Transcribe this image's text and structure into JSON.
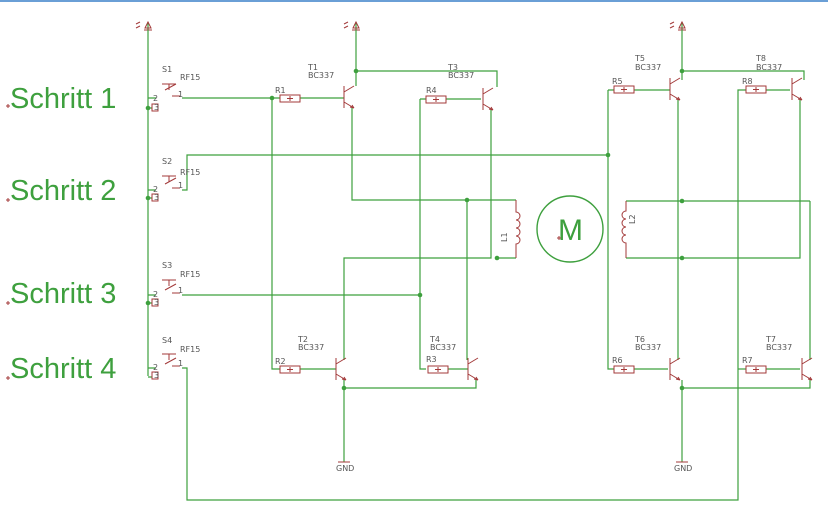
{
  "labels": {
    "step1": "Schritt 1",
    "step2": "Schritt 2",
    "step3": "Schritt 3",
    "step4": "Schritt 4",
    "motor": "M",
    "gnd": "GND",
    "switch_type": "RF15",
    "transistor_type": "BC337",
    "pin1": "1",
    "pin2": "2",
    "pin3": "3"
  },
  "switches": [
    "S1",
    "S2",
    "S3",
    "S4"
  ],
  "transistors": [
    "T1",
    "T2",
    "T3",
    "T4",
    "T5",
    "T6",
    "T7",
    "T8"
  ],
  "resistors": [
    "R1",
    "R2",
    "R3",
    "R4",
    "R5",
    "R6",
    "R7",
    "R8"
  ],
  "coils": [
    "L1",
    "L2"
  ],
  "colors": {
    "wire": "#3ea03e",
    "part": "#a33a3a",
    "text": "#555555"
  }
}
